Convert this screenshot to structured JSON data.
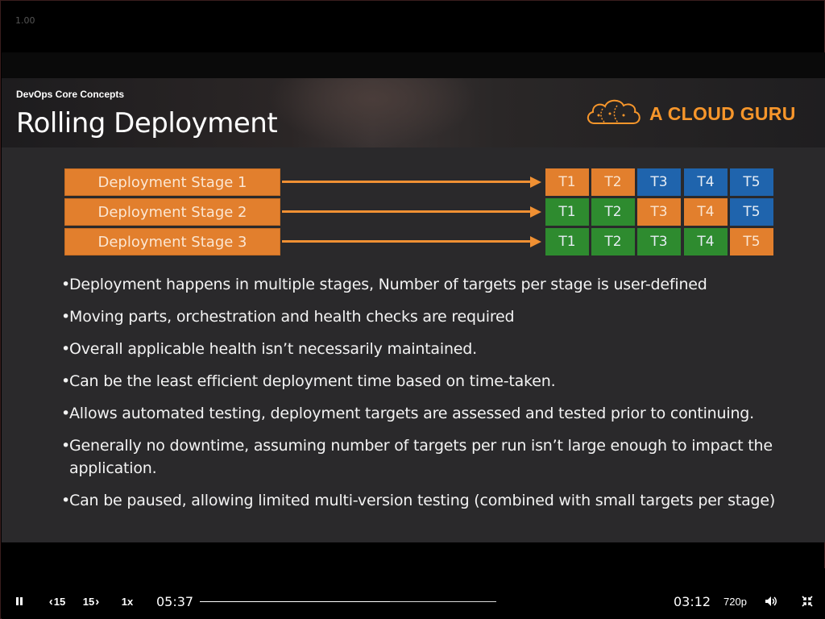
{
  "player": {
    "speed_overlay": "1.00",
    "elapsed": "05:37",
    "remaining": "03:12",
    "rewind_label": "15",
    "forward_label": "15",
    "playback_rate": "1x",
    "quality": "720p",
    "progress_fraction": 0.64
  },
  "slide": {
    "kicker": "DevOps Core Concepts",
    "title": "Rolling Deployment",
    "logo_text": "A CLOUD GURU",
    "stages": [
      {
        "label": "Deployment Stage 1",
        "targets": [
          {
            "label": "T1",
            "state": "orange"
          },
          {
            "label": "T2",
            "state": "orange"
          },
          {
            "label": "T3",
            "state": "blue"
          },
          {
            "label": "T4",
            "state": "blue"
          },
          {
            "label": "T5",
            "state": "blue"
          }
        ]
      },
      {
        "label": "Deployment Stage 2",
        "targets": [
          {
            "label": "T1",
            "state": "green"
          },
          {
            "label": "T2",
            "state": "green"
          },
          {
            "label": "T3",
            "state": "orange"
          },
          {
            "label": "T4",
            "state": "orange"
          },
          {
            "label": "T5",
            "state": "blue"
          }
        ]
      },
      {
        "label": "Deployment Stage 3",
        "targets": [
          {
            "label": "T1",
            "state": "green"
          },
          {
            "label": "T2",
            "state": "green"
          },
          {
            "label": "T3",
            "state": "green"
          },
          {
            "label": "T4",
            "state": "green"
          },
          {
            "label": "T5",
            "state": "orange"
          }
        ]
      }
    ],
    "bullets": [
      "Deployment happens in multiple stages, Number of targets per stage is user-defined",
      "Moving parts, orchestration and health checks are required",
      "Overall applicable health isn’t necessarily maintained.",
      "Can be the least efficient deployment time based on time-taken.",
      "Allows automated testing, deployment targets are assessed and tested prior to continuing.",
      "Generally no downtime, assuming number of targets per run isn’t large enough to impact the application.",
      "Can be paused, allowing limited multi-version testing (combined with small targets per stage)"
    ]
  },
  "colors": {
    "accent_orange": "#e27f2d",
    "target_blue": "#1f64ad",
    "target_green": "#2e8b2f",
    "logo_orange": "#f7962b",
    "slide_bg": "#2a292b"
  },
  "icons": {
    "pause": "pause-icon",
    "rewind": "rewind-15-icon",
    "forward": "forward-15-icon",
    "volume": "volume-icon",
    "exit_fullscreen": "exit-fullscreen-icon",
    "logo": "cloud-logo-icon"
  }
}
